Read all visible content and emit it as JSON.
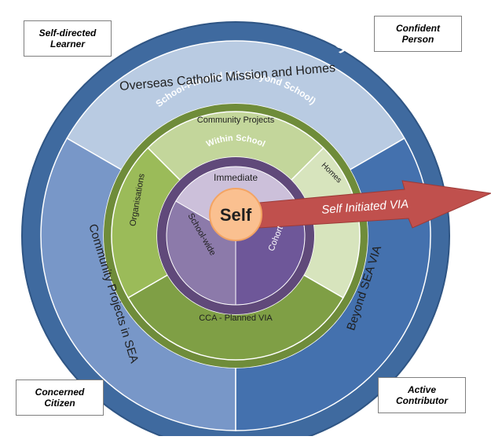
{
  "rings": {
    "outer_title": "Values In Action projects (Overseas)",
    "overseas_sector": "Overseas Catholic Mission and Homes",
    "sea_left_sector": "Community Projects in SEA",
    "sea_right_sector": "Beyond SEA VIA",
    "school_planned_title": "School-Planned VIA (Beyond School)",
    "community_projects": "Community Projects",
    "homes": "Homes",
    "organisations": "Organisations",
    "cca_planned": "CCA - Planned VIA",
    "within_school_title": "Within School",
    "immediate": "Immediate",
    "school_wide": "School-wide",
    "cohort": "Cohort",
    "self": "Self"
  },
  "arrow": {
    "label": "Self Initiated VIA"
  },
  "corners": {
    "top_left": [
      "Self-directed",
      "Learner"
    ],
    "top_right": [
      "Confident",
      "Person"
    ],
    "bottom_left": [
      "Concerned",
      "Citizen"
    ],
    "bottom_right": [
      "Active",
      "Contributor"
    ]
  },
  "colors": {
    "outer_band": "#3f6a9f",
    "overseas_fill": "#b9cbe2",
    "sea_left_fill": "#7897c8",
    "sea_right_fill": "#4471ae",
    "school_band": "#6f8c3a",
    "community_fill": "#c3d69b",
    "homes_fill": "#d7e4bd",
    "organisations_fill": "#9bbb59",
    "cca_fill": "#7f9f45",
    "within_band": "#60497a",
    "immediate_fill": "#ccc0da",
    "school_wide_fill": "#8c7aaa",
    "cohort_fill": "#6e5799",
    "self_fill": "#fac090",
    "arrow_fill": "#c0504d"
  }
}
